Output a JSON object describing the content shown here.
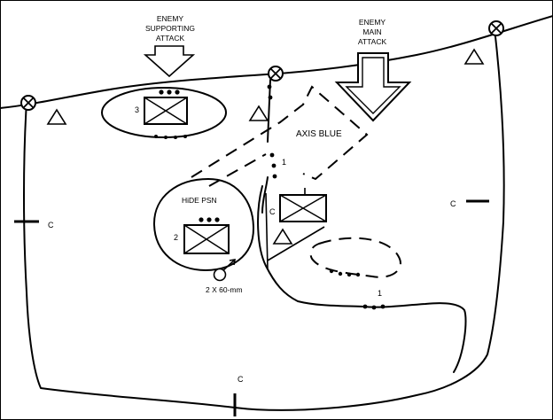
{
  "labels": {
    "enemy_supporting_attack": [
      "ENEMY",
      "SUPPORTING",
      "ATTACK"
    ],
    "enemy_main_attack": [
      "ENEMY",
      "MAIN",
      "ATTACK"
    ],
    "axis_blue": "AXIS BLUE",
    "hide_psn": "HiDE PSN",
    "unit_3": "3",
    "unit_2": "2",
    "unit_1": "1",
    "unit_1_lower": "1",
    "unit_c": "C",
    "mortar": "2 X 60-mm",
    "c_left": "C",
    "c_right": "C",
    "c_bottom": "C"
  }
}
